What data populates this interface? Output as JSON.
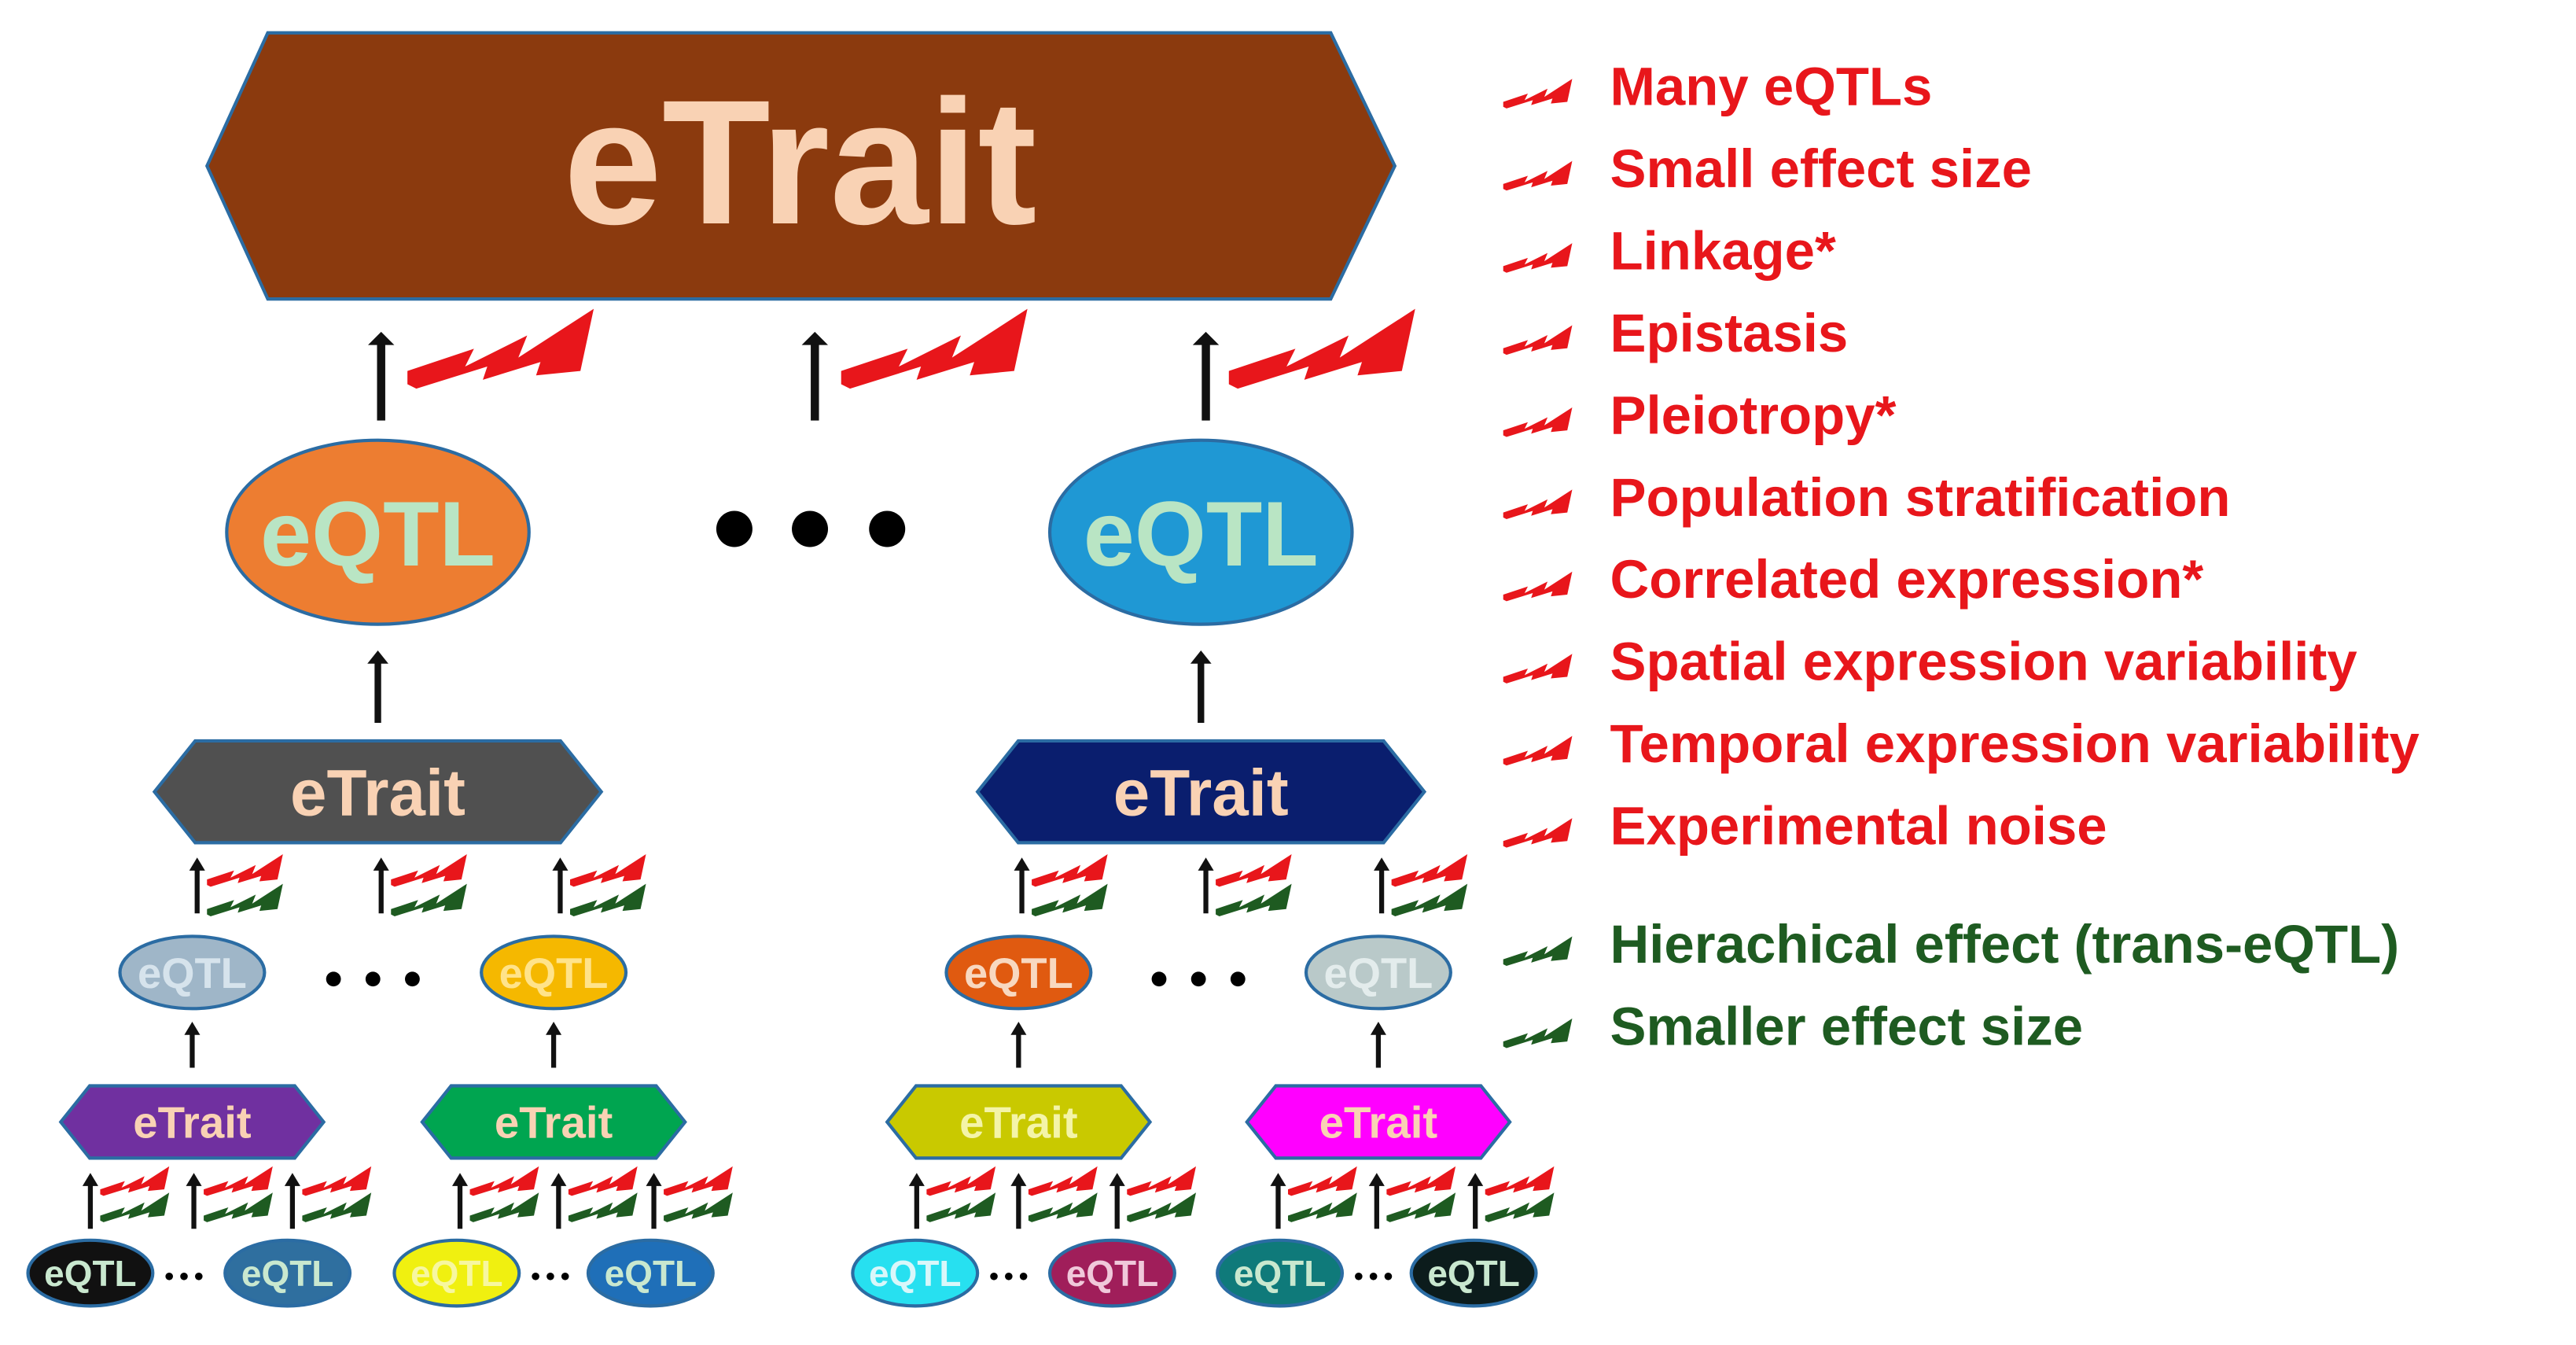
{
  "top": {
    "label": "eTrait",
    "fill": "#8b3a0e",
    "text_color": "#f9d2b4"
  },
  "mid_left": {
    "eqtl": {
      "label": "eQTL",
      "fill": "#ed7d31",
      "text_color": "#b9e5c4"
    },
    "etrait": {
      "label": "eTrait",
      "fill": "#505050",
      "text_color": "#f9d2b4"
    },
    "sub_eqtls": [
      {
        "label": "eQTL",
        "fill": "#9fb6c8",
        "text_color": "#d6e3ec"
      },
      {
        "label": "eQTL",
        "fill": "#f5b800",
        "text_color": "#ffe38a"
      }
    ],
    "sub_etraits": [
      {
        "label": "eTrait",
        "fill": "#7030a0",
        "text_color": "#f9d2b4"
      },
      {
        "label": "eTrait",
        "fill": "#00a550",
        "text_color": "#f9d2b4"
      }
    ],
    "leaf_eqtls": [
      {
        "label": "eQTL",
        "fill": "#111111",
        "text_color": "#c9e8cf"
      },
      {
        "label": "eQTL",
        "fill": "#2f6f9f",
        "text_color": "#c9e8cf"
      },
      {
        "label": "eQTL",
        "fill": "#f0f010",
        "text_color": "#f7f7a0"
      },
      {
        "label": "eQTL",
        "fill": "#1f6fb8",
        "text_color": "#c9e8cf"
      }
    ]
  },
  "mid_right": {
    "eqtl": {
      "label": "eQTL",
      "fill": "#1f98d4",
      "text_color": "#b9e5c4"
    },
    "etrait": {
      "label": "eTrait",
      "fill": "#0a1e6e",
      "text_color": "#f9d2b4"
    },
    "sub_eqtls": [
      {
        "label": "eQTL",
        "fill": "#e05a10",
        "text_color": "#f8d8c0"
      },
      {
        "label": "eQTL",
        "fill": "#b9c9c9",
        "text_color": "#e3ecec"
      }
    ],
    "sub_etraits": [
      {
        "label": "eTrait",
        "fill": "#c9c900",
        "text_color": "#f4f4a8"
      },
      {
        "label": "eTrait",
        "fill": "#ff00ff",
        "text_color": "#f9d2b4"
      }
    ],
    "leaf_eqtls": [
      {
        "label": "eQTL",
        "fill": "#27e0f0",
        "text_color": "#d9f7fa"
      },
      {
        "label": "eQTL",
        "fill": "#a01e5a",
        "text_color": "#f0c8da"
      },
      {
        "label": "eQTL",
        "fill": "#0f7a7a",
        "text_color": "#c9e8cf"
      },
      {
        "label": "eQTL",
        "fill": "#0c1c1c",
        "text_color": "#c9e8cf"
      }
    ]
  },
  "legend_red": [
    "Many eQTLs",
    "Small effect size",
    "Linkage*",
    "Epistasis",
    "Pleiotropy*",
    "Population stratification",
    "Correlated expression*",
    "Spatial expression variability",
    "Temporal expression variability",
    "Experimental noise"
  ],
  "legend_green": [
    "Hierachical effect (trans-eQTL)",
    "Smaller effect size"
  ],
  "colors": {
    "bolt_red": "#e8161b",
    "bolt_green": "#1e5b21",
    "arrow": "#111111"
  }
}
